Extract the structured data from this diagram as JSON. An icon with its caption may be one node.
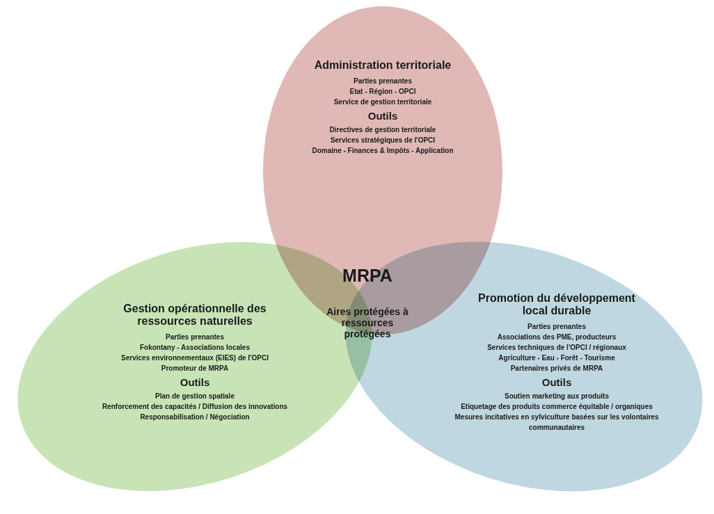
{
  "diagram": {
    "nodes": [
      {
        "text": [
          "Administration territoriale",
          "Parties prenantes",
          "Etat - Région - OPCI",
          "Service de gestion territoriale",
          "Outils",
          "Directives de gestion territoriale",
          "Services stratégiques de l'OPCI",
          "Domaine - Finances & Impôts - Application"
        ]
      },
      {
        "text": [
          "Gestion opérationnelle des ressources naturelles",
          "Parties prenantes",
          "Fokontany - Associations locales",
          "Services environnementaux (EIES) de l'OPCI",
          "Promoteur de MRPA",
          "Outils",
          "Plan de gestion spatiale",
          "Renforcement des capacités / Diffusion des innovations",
          "Responsabilisation / Négociation"
        ]
      },
      {
        "text": [
          "Promotion du développement local durable",
          "Parties prenantes",
          "Associations des PME, producteurs",
          "Services techniques de l'OPCI / régionaux",
          "Agriculture - Eau - Forêt - Tourisme",
          "Partenaires privés de MRPA",
          "Outils",
          "Soutien marketing aux produits",
          "Etiquetage des produits commerce équitable / organiques",
          "Mesures incitatives en sylviculture basées sur les volontaires communautaires"
        ]
      }
    ],
    "labels": [
      "MRPA",
      "Aires protégées à ressources protégées"
    ]
  }
}
